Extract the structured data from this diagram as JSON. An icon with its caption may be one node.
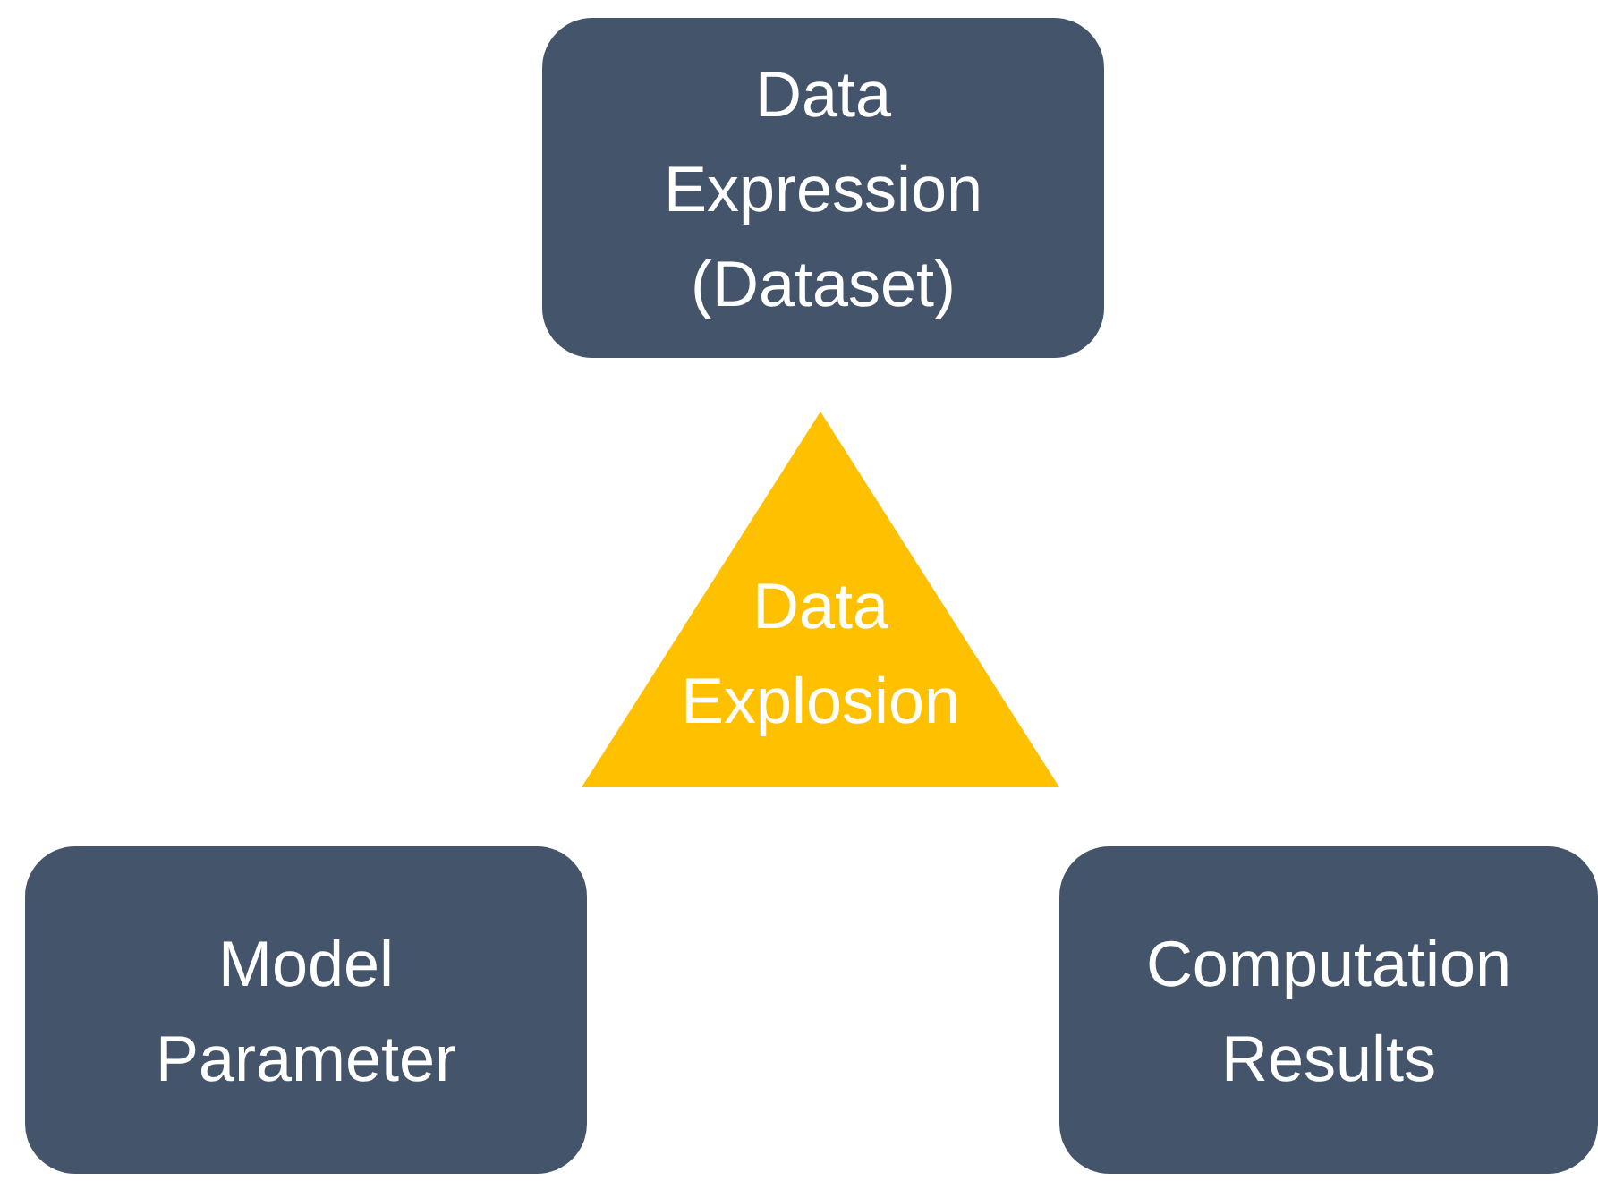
{
  "diagram": {
    "nodes": [
      {
        "text": [
          "Data Expression (Dataset)"
        ]
      },
      {
        "text": [
          "Data Explosion"
        ]
      },
      {
        "text": [
          "Model Parameter"
        ]
      },
      {
        "text": [
          "Computation Results"
        ]
      }
    ]
  }
}
